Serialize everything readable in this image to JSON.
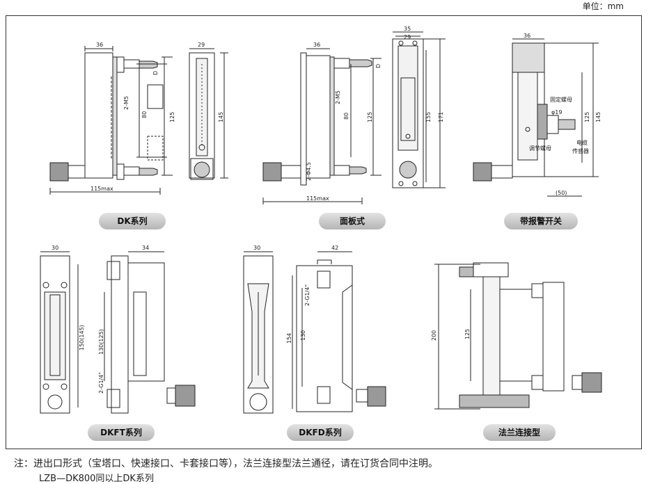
{
  "unit_label": "单位：mm",
  "captions": {
    "dk": "DK系列",
    "panel": "面板式",
    "alarm": "带报警开关",
    "dkft": "DKFT系列",
    "dkfd": "DKFD系列",
    "flange": "法兰连接型"
  },
  "dims": {
    "d36a": "36",
    "d29a": "29",
    "d115a": "115max",
    "d2m5a": "2-M5",
    "d80a": "80",
    "d125a": "125",
    "d145a": "145",
    "dDa": "D",
    "d36b": "36",
    "d35b": "35",
    "d29b": "29",
    "d2m5b": "2-M5",
    "d80b": "80",
    "d125b": "125",
    "d155b": "155",
    "d171b": "171",
    "dphi45": "2-Φ4.5",
    "d115b": "115max",
    "dDb": "D",
    "d36c": "36",
    "d125c": "125",
    "d145c": "145",
    "d50c": "(50)",
    "phi19": "φ19",
    "nut1": "固定螺母",
    "nut2": "调节螺母",
    "wire": "电缆",
    "sensor": "传感器",
    "d30d": "30",
    "d34d": "34",
    "d150d": "150(145)",
    "d130d": "130(125)",
    "g14d": "2-G1/4\"",
    "d30e": "30",
    "d42e": "42",
    "d154e": "154",
    "d130e": "130",
    "g14e": "2-G1/4\"",
    "d200f": "200",
    "d125f": "125"
  },
  "notes": {
    "line1": "注：进出口形式（宝塔口、快速接口、卡套接口等），法兰连接型法兰通径，请在订货合同中注明。",
    "line2": "LZB—DK800同以上DK系列"
  }
}
